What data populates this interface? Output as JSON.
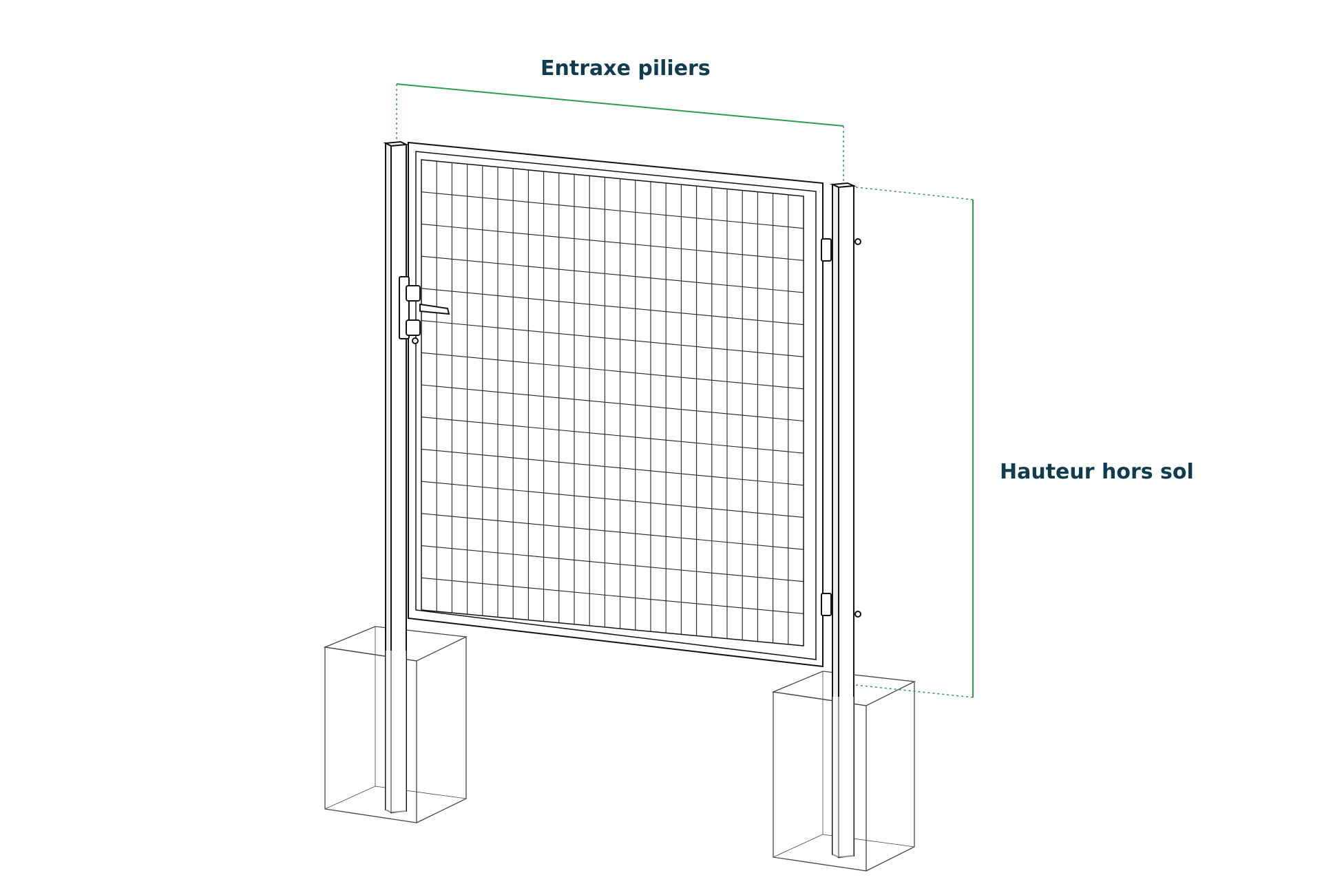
{
  "labels": {
    "width": "Entraxe piliers",
    "height": "Hauteur hors sol"
  },
  "colors": {
    "label": "#0f3d4f",
    "dimension": "#2e9a4d",
    "line": "#111111",
    "footing": "#444444"
  },
  "grid": {
    "columns": 25,
    "rows": 14
  }
}
